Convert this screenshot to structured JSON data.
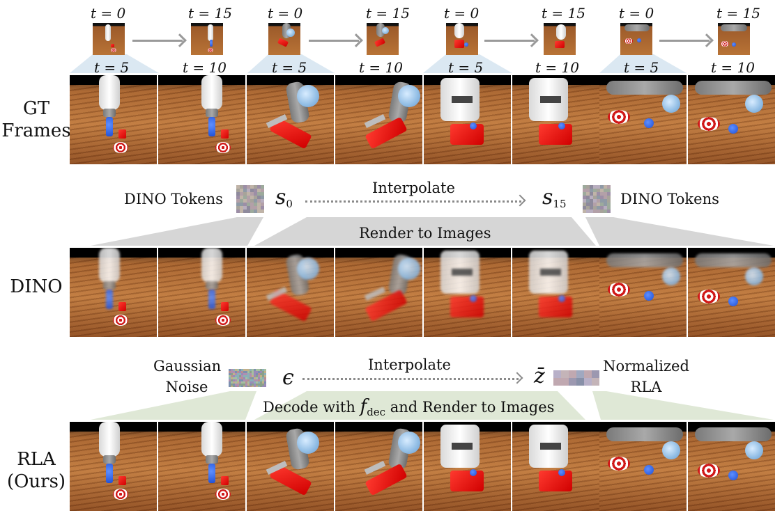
{
  "rows": {
    "gt": {
      "label_line1": "GT",
      "label_line2": "Frames"
    },
    "dino": {
      "label": "DINO"
    },
    "rla": {
      "label_line1": "RLA",
      "label_line2": "(Ours)"
    }
  },
  "time_labels": {
    "start": "t = 0",
    "end": "t = 15",
    "mid1": "t = 5",
    "mid2": "t = 10"
  },
  "dino_section": {
    "left_text": "DINO Tokens",
    "right_text": "DINO Tokens",
    "start_symbol": "s",
    "start_sub": "0",
    "end_symbol": "s",
    "end_sub": "15",
    "interpolate": "Interpolate",
    "render": "Render to Images"
  },
  "rla_section": {
    "left_line1": "Gaussian",
    "left_line2": "Noise",
    "start_symbol": "ϵ",
    "interpolate": "Interpolate",
    "end_symbol": "z̄",
    "right_line1": "Normalized",
    "right_line2": "RLA",
    "decode_prefix": "Decode with",
    "decode_symbol": "f",
    "decode_sub": "dec",
    "decode_suffix": "and Render to Images"
  },
  "colors": {
    "gt_fan": "#dbe8f2",
    "dino_fan": "#d6d6d6",
    "rla_fan": "#dfe8d6",
    "arrow": "#8a8a8a"
  },
  "scenes": [
    "red-block-target",
    "grey-arm-red-piece",
    "white-arm-red-box",
    "grey-arm-target-ball"
  ]
}
